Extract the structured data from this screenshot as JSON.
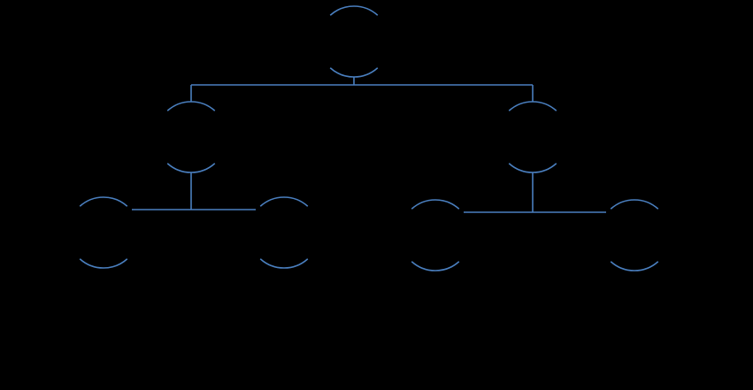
{
  "diagram": {
    "type": "tree",
    "background_color": "#000000",
    "line_color": "#4a7fbf",
    "nodes": [
      {
        "id": "root",
        "label": "",
        "parent": null
      },
      {
        "id": "left",
        "label": "",
        "parent": "root"
      },
      {
        "id": "right",
        "label": "",
        "parent": "root"
      },
      {
        "id": "left-left",
        "label": "",
        "parent": "left"
      },
      {
        "id": "left-right",
        "label": "",
        "parent": "left"
      },
      {
        "id": "right-left",
        "label": "",
        "parent": "right"
      },
      {
        "id": "right-right",
        "label": "",
        "parent": "right"
      }
    ]
  }
}
